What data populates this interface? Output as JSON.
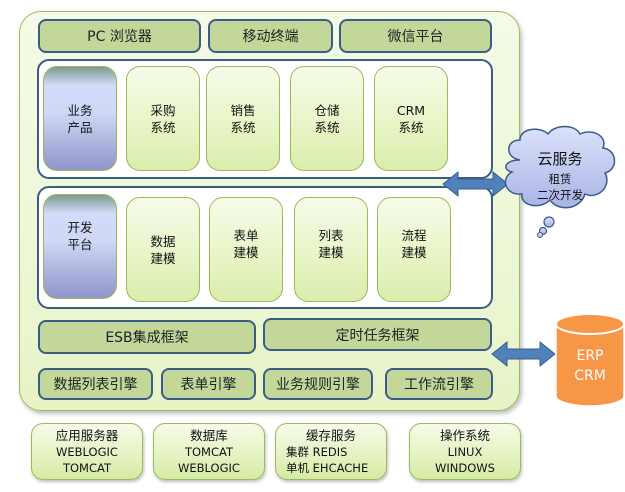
{
  "top_channels": [
    "PC 浏览器",
    "移动终端",
    "微信平台"
  ],
  "business_layer": {
    "product": [
      "业务",
      "产品"
    ],
    "systems": [
      {
        "line1": "采购",
        "line2": "系统"
      },
      {
        "line1": "销售",
        "line2": "系统"
      },
      {
        "line1": "仓储",
        "line2": "系统"
      },
      {
        "line1": "CRM",
        "line2": "系统"
      }
    ]
  },
  "dev_layer": {
    "platform": [
      "开发",
      "平台"
    ],
    "modules": [
      {
        "line1": "数据",
        "line2": "建模"
      },
      {
        "line1": "表单",
        "line2": "建模"
      },
      {
        "line1": "列表",
        "line2": "建模"
      },
      {
        "line1": "流程",
        "line2": "建模"
      }
    ]
  },
  "frameworks": [
    "ESB集成框架",
    "定时任务框架"
  ],
  "engines": [
    "数据列表引擎",
    "表单引擎",
    "业务规则引擎",
    "工作流引擎"
  ],
  "infrastructure": [
    {
      "title": "应用服务器",
      "lines": [
        "WEBLOGIC",
        "TOMCAT"
      ]
    },
    {
      "title": "数据库",
      "lines": [
        "TOMCAT",
        "WEBLOGIC"
      ]
    },
    {
      "title": "缓存服务",
      "lines": [
        "集群 REDIS",
        "单机 EHCACHE"
      ]
    },
    {
      "title": "操作系统",
      "lines": [
        "LINUX",
        "WINDOWS"
      ]
    }
  ],
  "cloud": {
    "title": "云服务",
    "line1": "租赁",
    "line2": "二次开发"
  },
  "external_db": {
    "line1": "ERP",
    "line2": "CRM"
  },
  "colors": {
    "outer_border": "#9bbb59",
    "button_fill": "#c4d79b",
    "button_border": "#3b5c86",
    "arrow": "#4f81bd",
    "cylinder": "#f79646",
    "cloud": "#c5cdf2"
  }
}
